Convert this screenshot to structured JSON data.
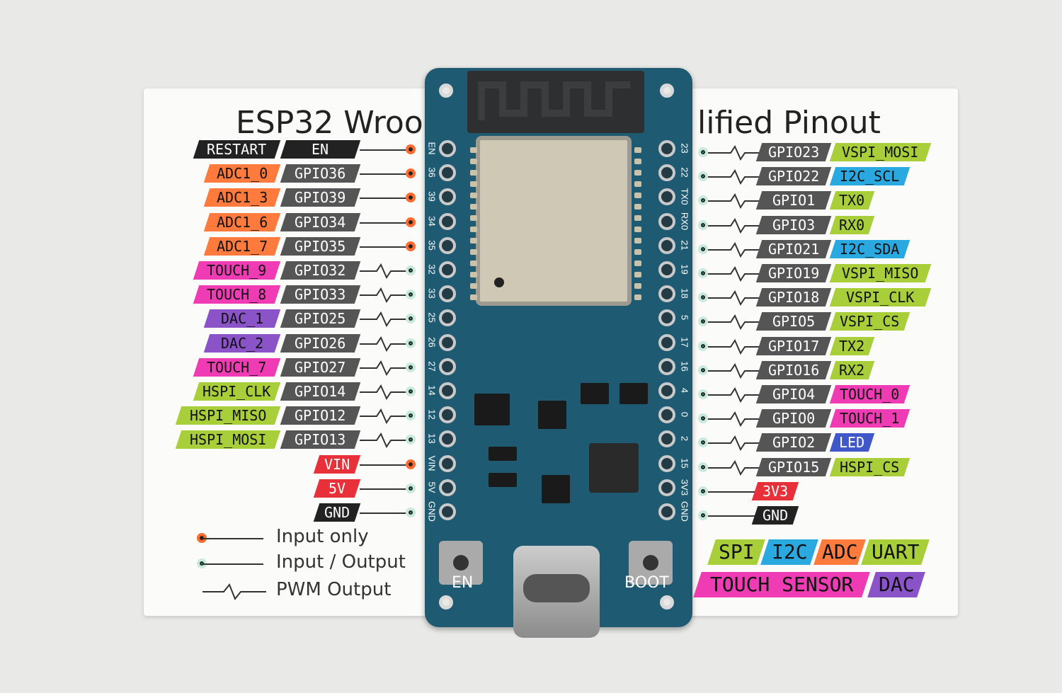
{
  "title": {
    "left": "ESP32 Wroo",
    "right": "lified Pinout"
  },
  "left_pins": [
    {
      "func": "RESTART",
      "gpio": "EN",
      "fcolor": "black",
      "mode": "in",
      "pin": "EN"
    },
    {
      "func": "ADC1_0",
      "gpio": "GPIO36",
      "fcolor": "orange",
      "mode": "in",
      "pin": "36"
    },
    {
      "func": "ADC1_3",
      "gpio": "GPIO39",
      "fcolor": "orange",
      "mode": "in",
      "pin": "39"
    },
    {
      "func": "ADC1_6",
      "gpio": "GPIO34",
      "fcolor": "orange",
      "mode": "in",
      "pin": "34"
    },
    {
      "func": "ADC1_7",
      "gpio": "GPIO35",
      "fcolor": "orange",
      "mode": "in",
      "pin": "35"
    },
    {
      "func": "TOUCH_9",
      "gpio": "GPIO32",
      "fcolor": "pink",
      "mode": "pwm",
      "pin": "32"
    },
    {
      "func": "TOUCH_8",
      "gpio": "GPIO33",
      "fcolor": "pink",
      "mode": "pwm",
      "pin": "33"
    },
    {
      "func": "DAC_1",
      "gpio": "GPIO25",
      "fcolor": "purple",
      "mode": "pwm",
      "pin": "25"
    },
    {
      "func": "DAC_2",
      "gpio": "GPIO26",
      "fcolor": "purple",
      "mode": "pwm",
      "pin": "26"
    },
    {
      "func": "TOUCH_7",
      "gpio": "GPIO27",
      "fcolor": "pink",
      "mode": "pwm",
      "pin": "27"
    },
    {
      "func": "HSPI_CLK",
      "gpio": "GPIO14",
      "fcolor": "green",
      "mode": "pwm",
      "pin": "14"
    },
    {
      "func": "HSPI_MISO",
      "gpio": "GPIO12",
      "fcolor": "green",
      "mode": "pwm",
      "pin": "12"
    },
    {
      "func": "HSPI_MOSI",
      "gpio": "GPIO13",
      "fcolor": "green",
      "mode": "pwm",
      "pin": "13"
    },
    {
      "func": "",
      "gpio": "VIN",
      "fcolor": "red",
      "mode": "in",
      "pin": "VIN"
    },
    {
      "func": "",
      "gpio": "5V",
      "fcolor": "red",
      "mode": "io",
      "pin": "5V"
    },
    {
      "func": "",
      "gpio": "GND",
      "fcolor": "black",
      "mode": "io",
      "pin": "GND"
    }
  ],
  "right_pins": [
    {
      "gpio": "GPIO23",
      "func": "VSPI_MOSI",
      "fcolor": "green",
      "mode": "pwm",
      "pin": "23"
    },
    {
      "gpio": "GPIO22",
      "func": "I2C_SCL",
      "fcolor": "blue",
      "mode": "pwm",
      "pin": "22"
    },
    {
      "gpio": "GPIO1",
      "func": "TX0",
      "fcolor": "green",
      "mode": "pwm",
      "pin": "TX0"
    },
    {
      "gpio": "GPIO3",
      "func": "RX0",
      "fcolor": "green",
      "mode": "pwm",
      "pin": "RX0"
    },
    {
      "gpio": "GPIO21",
      "func": "I2C_SDA",
      "fcolor": "blue",
      "mode": "pwm",
      "pin": "21"
    },
    {
      "gpio": "GPIO19",
      "func": "VSPI_MISO",
      "fcolor": "green",
      "mode": "pwm",
      "pin": "19"
    },
    {
      "gpio": "GPIO18",
      "func": "VSPI_CLK",
      "fcolor": "green",
      "mode": "pwm",
      "pin": "18"
    },
    {
      "gpio": "GPIO5",
      "func": "VSPI_CS",
      "fcolor": "green",
      "mode": "pwm",
      "pin": "5"
    },
    {
      "gpio": "GPIO17",
      "func": "TX2",
      "fcolor": "green",
      "mode": "pwm",
      "pin": "17"
    },
    {
      "gpio": "GPIO16",
      "func": "RX2",
      "fcolor": "green",
      "mode": "pwm",
      "pin": "16"
    },
    {
      "gpio": "GPIO4",
      "func": "TOUCH_0",
      "fcolor": "pink",
      "mode": "pwm",
      "pin": "4"
    },
    {
      "gpio": "GPIO0",
      "func": "TOUCH_1",
      "fcolor": "pink",
      "mode": "pwm",
      "pin": "0"
    },
    {
      "gpio": "GPIO2",
      "func": "LED",
      "fcolor": "ledblue",
      "mode": "pwm",
      "pin": "2"
    },
    {
      "gpio": "GPIO15",
      "func": "HSPI_CS",
      "fcolor": "green",
      "mode": "pwm",
      "pin": "15"
    },
    {
      "gpio": "3V3",
      "func": "",
      "fcolor": "red",
      "mode": "io",
      "pin": "3V3"
    },
    {
      "gpio": "GND",
      "func": "",
      "fcolor": "black",
      "mode": "io",
      "pin": "GND"
    }
  ],
  "legend": {
    "input_only": "Input only",
    "input_output": "Input / Output",
    "pwm": "PWM Output"
  },
  "key": {
    "spi": "SPI",
    "i2c": "I2C",
    "adc": "ADC",
    "uart": "UART",
    "touch": "TOUCH SENSOR",
    "dac": "DAC"
  },
  "board": {
    "en_button": "EN",
    "boot_button": "BOOT"
  },
  "colors": {
    "orange": "#ff7a3d",
    "pink": "#f03cb4",
    "purple": "#8a54c8",
    "green": "#a8cf3a",
    "blue": "#2aa8e0",
    "red": "#e8303a",
    "board": "#1e5b73"
  }
}
